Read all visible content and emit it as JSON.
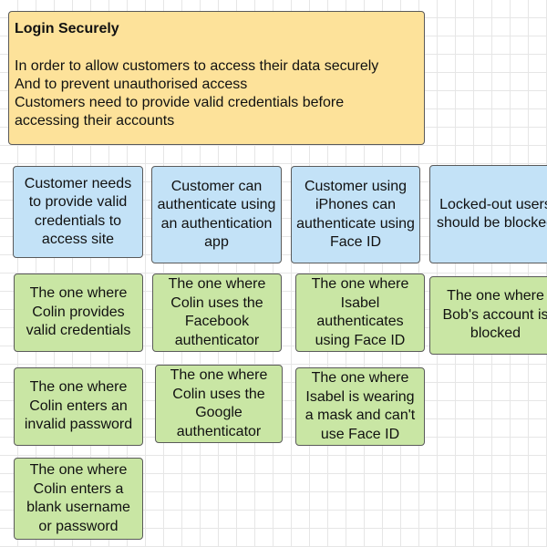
{
  "story": {
    "title": "Login Securely",
    "lines": [
      "In order to allow customers to access their data securely",
      "And to prevent unauthorised access",
      "Customers need to provide valid credentials before",
      "accessing their accounts"
    ]
  },
  "rules": [
    "Customer needs to provide valid credentials to access site",
    "Customer can authenticate using an authentication app",
    "Customer using iPhones can authenticate using Face ID",
    "Locked-out users should be blocked"
  ],
  "examples": [
    [
      "The one where Colin provides valid credentials",
      "The one where Colin enters an invalid password",
      "The one where Colin enters a blank username or password"
    ],
    [
      "The one where Colin uses the Facebook authenticator",
      "The one where Colin uses the Google authenticator"
    ],
    [
      "The one where Isabel authenticates using Face ID",
      "The one where Isabel is wearing a mask and can't use Face ID"
    ],
    [
      "The one where Bob's account is blocked"
    ]
  ]
}
